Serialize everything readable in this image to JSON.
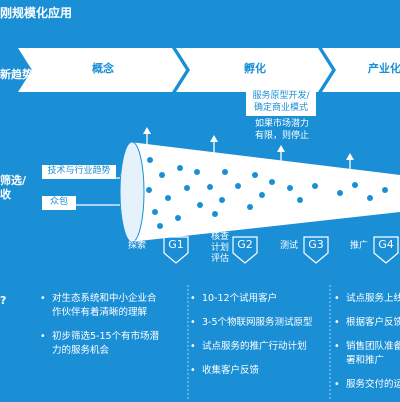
{
  "header": {
    "title": "刚规模化应用"
  },
  "side_labels": {
    "trend": "新趋势",
    "filter": "筛选/",
    "filter2": "收",
    "bottom_mark": "?"
  },
  "phases": [
    "概念",
    "孵化",
    "产业化"
  ],
  "inputs": [
    "技术与行业趋势",
    "众包"
  ],
  "hatch_box": [
    "服务原型开发/",
    "确定商业模式"
  ],
  "stop_note": [
    "如果市场潜力",
    "有限，则停止"
  ],
  "stages": {
    "explore": "探索",
    "core": [
      "核查",
      "计划",
      "评估"
    ],
    "test": "测试",
    "promote": "推广"
  },
  "gates": [
    "G1",
    "G2",
    "G3",
    "G4"
  ],
  "columns": [
    [
      "对生态系统和中小企业合",
      "作伙伴有着清晰的理解",
      "初步筛选5-15个有市场潜",
      "力的服务机会"
    ],
    [
      "10-12个试用客户",
      "3-5个物联网服务测试原型",
      "试点服务的推广行动计划",
      "收集客户反馈"
    ],
    [
      "试点服务上线",
      "根据客户反馈",
      "销售团队准备",
      "署和推广",
      "服务交付的运"
    ]
  ],
  "colors": {
    "background": "#1b8fd6",
    "foreground": "#ffffff"
  }
}
